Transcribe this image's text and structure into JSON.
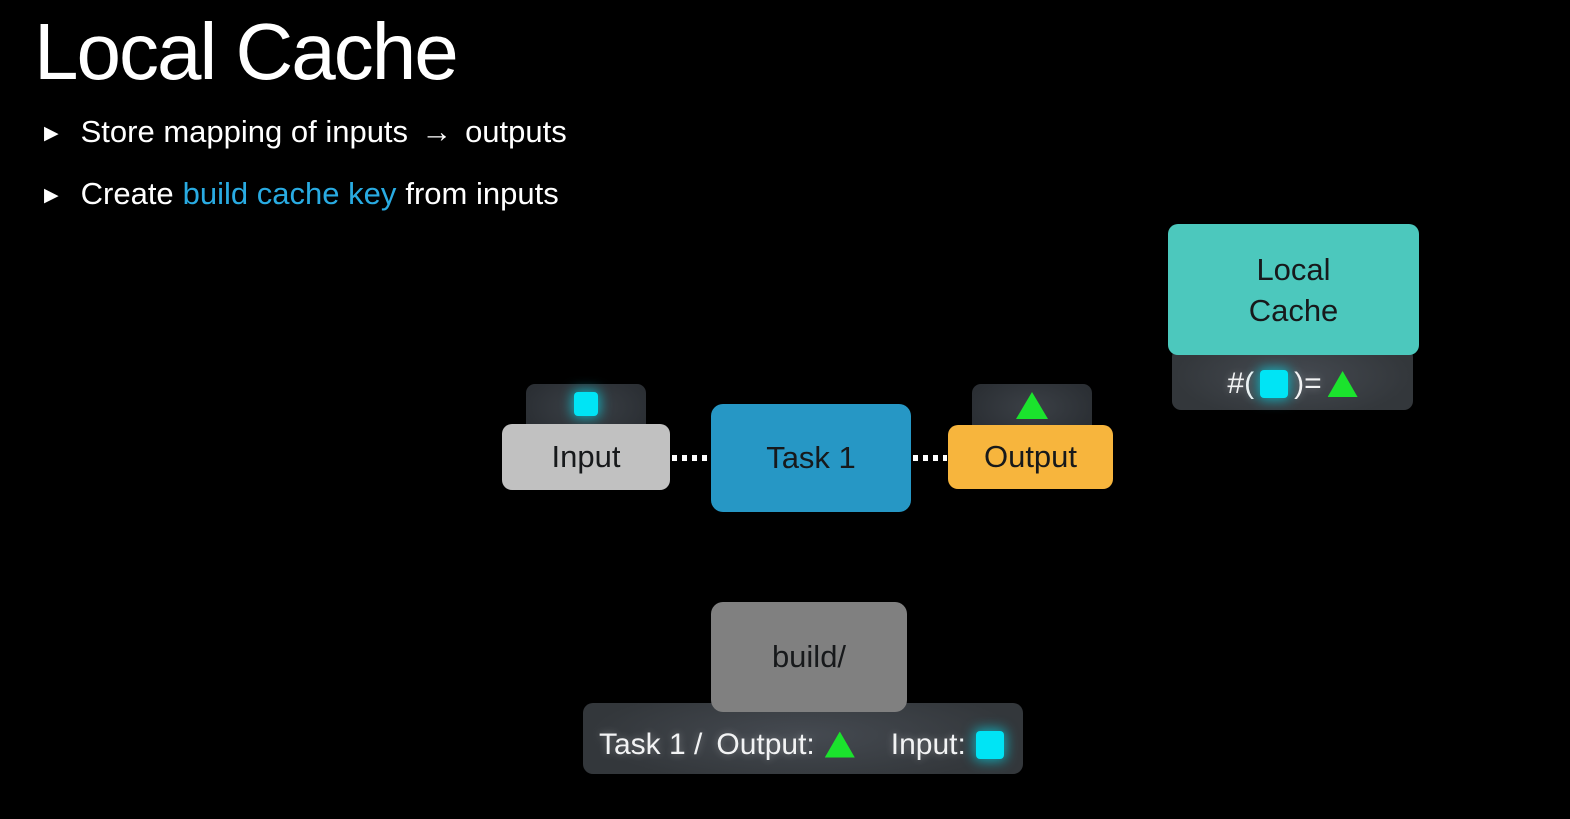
{
  "colors": {
    "accent-cyan": "#00e4f5",
    "accent-green": "#1be32d",
    "teal": "#4cc8bd",
    "task-blue": "#2697c5",
    "output-orange": "#f7b53d",
    "input-gray": "#c1c1c1",
    "build-gray": "#808080",
    "bar-dark": "#33373b",
    "highlight-blue": "#29abe2"
  },
  "slide": {
    "title": "Local Cache",
    "bullet_marker": "▶",
    "bullet1": {
      "pre": "Store mapping of inputs",
      "arrow": "→",
      "post": "outputs"
    },
    "bullet2": {
      "pre": "Create",
      "highlight": "build cache key",
      "post": "from inputs"
    }
  },
  "diagram": {
    "input_node": {
      "label": "Input"
    },
    "task_node": {
      "label": "Task 1"
    },
    "output_node": {
      "label": "Output"
    },
    "cache_node": {
      "line1": "Local",
      "line2": "Cache"
    },
    "cache_formula": {
      "open": "#(",
      "close": ")="
    },
    "build_node": {
      "label": "build/"
    },
    "build_key": {
      "task": "Task 1 /",
      "output_label": "Output:",
      "input_label": "Input:"
    }
  }
}
